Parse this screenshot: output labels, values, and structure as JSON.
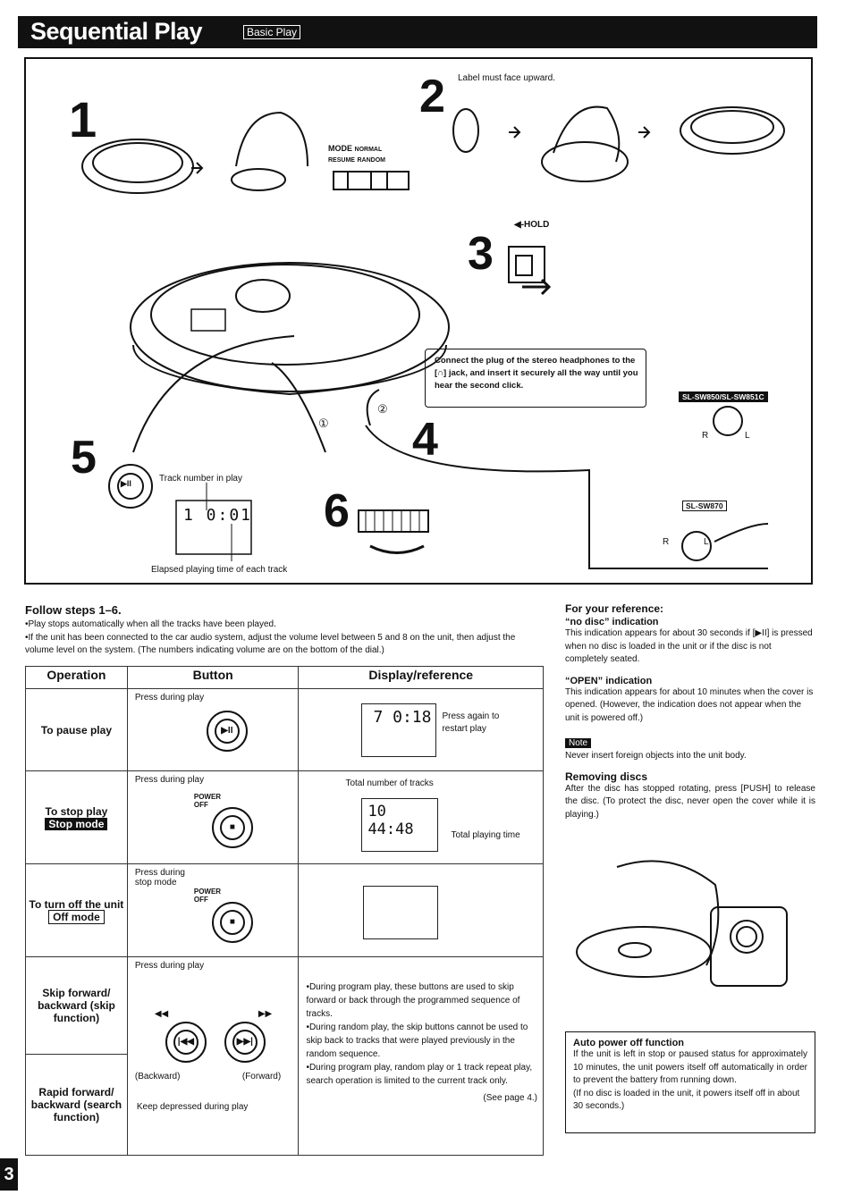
{
  "header": {
    "title": "Sequential Play",
    "tag": "Basic Play"
  },
  "figure": {
    "step1": "1",
    "step2": "2",
    "step3": "3",
    "step4": "4",
    "step5": "5",
    "step6": "6",
    "mode_label": "MODE",
    "mode_normal": "NORMAL",
    "mode_resume": "RESUME",
    "mode_random": "RANDOM",
    "label_face": "Label must face upward.",
    "hold": "HOLD",
    "headphones_text": "Connect the plug of the stereo headphones to the [∩] jack, and insert it securely all the way until you hear the second click.",
    "model_a": "SL-SW850/SL-SW851C",
    "model_b": "SL-SW870",
    "r": "R",
    "l": "L",
    "circ1": "①",
    "circ2": "②",
    "track_number": "Track number in play",
    "lcd_step5": "1  0:01",
    "elapsed": "Elapsed playing time of each track"
  },
  "follow": {
    "heading": "Follow steps 1–6.",
    "b1": "•Play stops automatically when all the tracks have been played.",
    "b2": "•If the unit has been connected to the car audio system, adjust the volume level between 5 and 8 on the unit, then adjust the volume level on the system. (The numbers indicating volume are on the bottom of the dial.)"
  },
  "table": {
    "h_operation": "Operation",
    "h_button": "Button",
    "h_display": "Display/reference",
    "r1_op": "To pause play",
    "r1_btn": "Press during play",
    "r1_lcd": "7  0:18",
    "r1_note": "Press again to restart play",
    "r2_op": "To stop play",
    "r2_mode": "Stop mode",
    "r2_btn": "Press during play",
    "r2_power": "POWER",
    "r2_off": "OFF",
    "r2_total_tracks": "Total number of tracks",
    "r2_lcd": "10  44:48",
    "r2_total_time": "Total playing time",
    "r3_op": "To turn off the unit",
    "r3_mode": "Off mode",
    "r3_btn1": "Press during",
    "r3_btn2": "stop mode",
    "r3_power": "POWER",
    "r3_off": "OFF",
    "r4_op": "Skip forward/ backward (skip function)",
    "r4_btn": "Press during play",
    "r5_op": "Rapid forward/ backward (search function)",
    "backward": "(Backward)",
    "forward": "(Forward)",
    "r5_btn": "Keep depressed during play",
    "d1": "•During program play, these buttons are used to skip forward or back through the programmed sequence of tracks.",
    "d2": "•During random play, the skip buttons cannot be used to skip back to tracks that were played previously in the random sequence.",
    "d3": "•During program play, random play or 1 track repeat play, search operation is limited to the current track only.",
    "see_page": "(See page 4.)"
  },
  "reference": {
    "heading": "For your reference:",
    "nodisc_h": "“no disc” indication",
    "nodisc_b": "This indication appears for about 30 seconds if [▶II] is pressed when no disc is loaded in the unit or if the disc is not completely seated.",
    "open_h": "“OPEN” indication",
    "open_b": "This indication appears for about 10 minutes when the cover is opened. (However, the indication does not appear when the unit is powered off.)",
    "note_tag": "Note",
    "note_b": "Never insert foreign objects into the unit body.",
    "remove_h": "Removing discs",
    "remove_b": "After the disc has stopped rotating, press [PUSH] to release the disc. (To protect the disc, never open the cover while it is playing.)",
    "auto_h": "Auto power off function",
    "auto_b1": "If the unit is left in stop or paused status for approximately 10 minutes, the unit powers itself off automatically in order to prevent the battery from running down.",
    "auto_b2": "(If no disc is loaded in the unit, it powers itself off in about 30 seconds.)"
  },
  "page_number": "3"
}
